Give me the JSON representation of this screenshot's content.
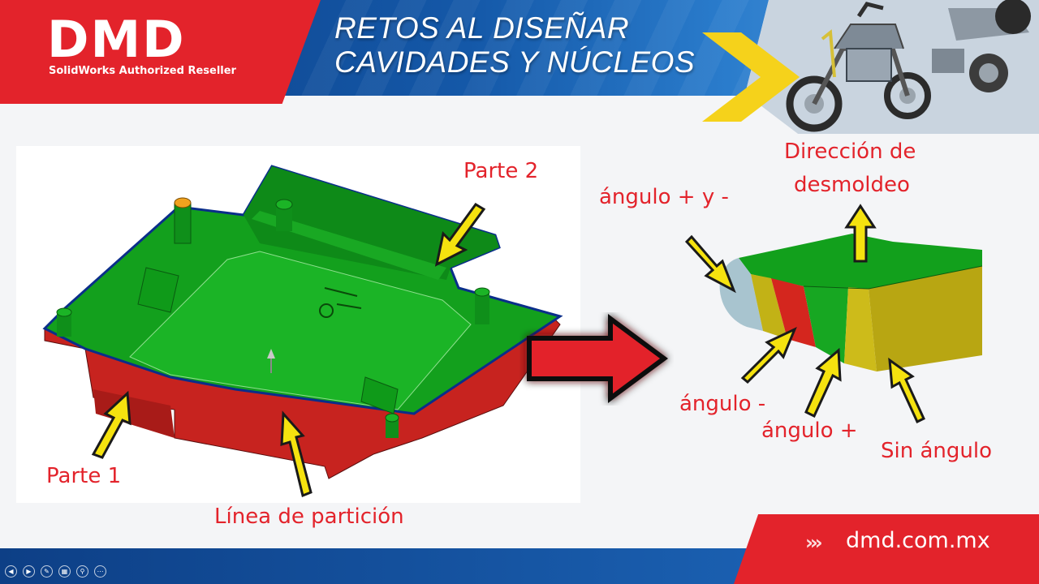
{
  "brand": {
    "name": "DMD",
    "tagline": "SolidWorks Authorized Reseller",
    "website": "dmd.com.mx",
    "colors": {
      "red": "#e3232b",
      "blue": "#1458a8",
      "yellow": "#f5d21b",
      "green": "#12a01c"
    }
  },
  "slide": {
    "title_line1": "RETOS AL DISEÑAR",
    "title_line2": "CAVIDADES Y NÚCLEOS"
  },
  "left_figure": {
    "labels": {
      "parte1": "Parte 1",
      "parte2": "Parte 2",
      "linea": "Línea de partición"
    }
  },
  "right_figure": {
    "labels": {
      "direccion_line1": "Dirección de",
      "direccion_line2": "desmoldeo",
      "angulo_pm": "ángulo + y -",
      "angulo_minus": "ángulo -",
      "angulo_plus": "ángulo +",
      "sin_angulo": "Sin ángulo"
    }
  },
  "player_controls": [
    "prev-icon",
    "next-icon",
    "pen-icon",
    "slides-icon",
    "zoom-icon",
    "more-icon"
  ]
}
